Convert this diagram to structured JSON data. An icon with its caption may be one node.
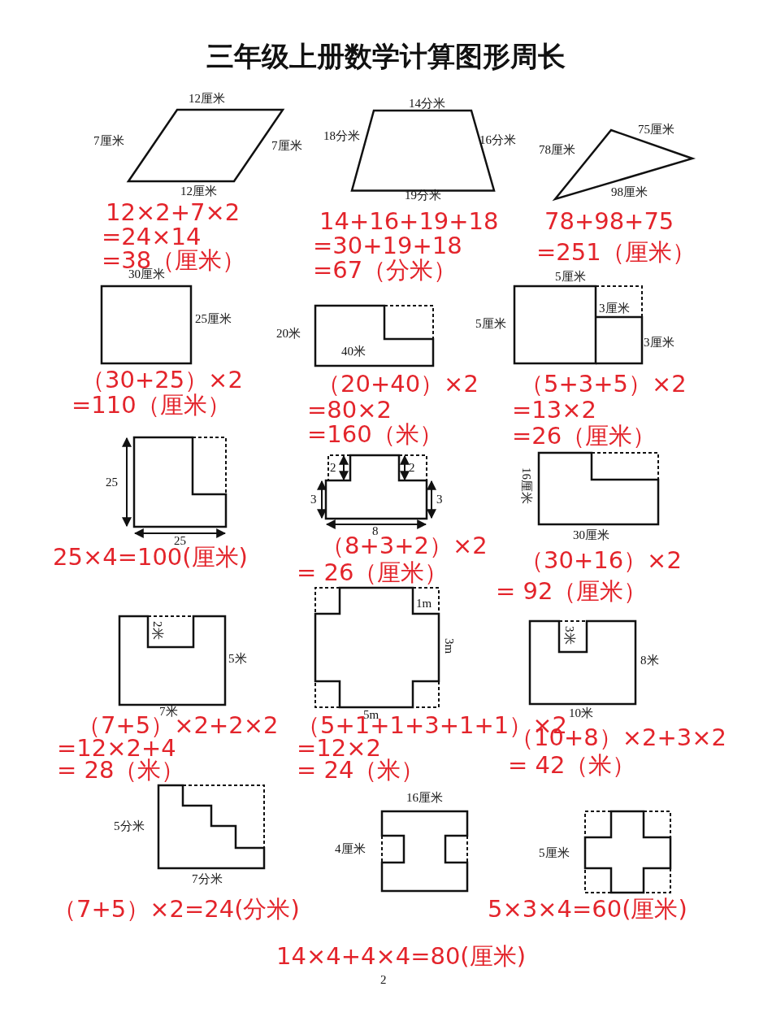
{
  "diagram": {
    "title": "三年级上册数学计算图形周长",
    "nodes": [
      {
        "text": [],
        "shape": "parallelogram",
        "beside": [
          "12厘米",
          "7厘米",
          "7厘米",
          "12厘米",
          "12×2+7×2",
          "=24×14",
          "=38（厘米）"
        ]
      },
      {
        "text": [],
        "shape": "trapezoid",
        "beside": [
          "14分米",
          "18分米",
          "16分米",
          "19分米",
          "14+16+19+18",
          "=30+19+18",
          "=67（分米）"
        ]
      },
      {
        "text": [],
        "shape": "triangle",
        "beside": [
          "75厘米",
          "78厘米",
          "98厘米",
          "78+98+75",
          "=251（厘米）"
        ]
      },
      {
        "text": [],
        "shape": "rectangle",
        "beside": [
          "30厘米",
          "25厘米",
          "（30+25）×2",
          "=110（厘米）"
        ]
      },
      {
        "text": [
          "40米"
        ],
        "beside": [
          "20米",
          "（20+40）×2",
          "=80×2",
          "=160（米）"
        ]
      },
      {
        "text": [],
        "shape": "polygon",
        "beside": [
          "5厘米",
          "5厘米",
          "3厘米",
          "3厘米",
          "（5+3+5）×2",
          "=13×2",
          "=26（厘米）"
        ]
      },
      {
        "text": [],
        "shape": "polygon",
        "beside": [
          "25",
          "25",
          "25×4=100(厘米)"
        ]
      },
      {
        "text": [],
        "shape": "polygon",
        "beside": [
          "2",
          "2",
          "3",
          "3",
          "8",
          "（8+3+2）×2",
          "= 26（厘米）"
        ]
      },
      {
        "text": [],
        "shape": "polygon",
        "beside": [
          "16厘米",
          "30厘米",
          "（30+16）×2",
          "= 92（厘米）"
        ]
      },
      {
        "text": [
          "2米"
        ],
        "beside": [
          "5米",
          "7米",
          "（7+5）×2+2×2",
          "=12×2+4",
          "= 28（米）"
        ]
      },
      {
        "text": [],
        "shape": "polygon",
        "beside": [
          "1m",
          "3m",
          "5m",
          "（5+1+1+3+1+1）×2",
          "=12×2",
          "= 24（米）"
        ]
      },
      {
        "text": [
          "3米"
        ],
        "beside": [
          "8米",
          "10米",
          "（10+8）×2+3×2",
          "= 42（米）"
        ]
      },
      {
        "text": [],
        "shape": "polygon",
        "beside": [
          "5分米",
          "7分米",
          "（7+5）×2=24(分米)"
        ]
      },
      {
        "text": [],
        "shape": "polygon",
        "beside": [
          "16厘米",
          "4厘米",
          "14×4+4×4=80(厘米)"
        ]
      },
      {
        "text": [],
        "shape": "polygon",
        "beside": [
          "5厘米",
          "5×3×4=60(厘米)"
        ]
      }
    ],
    "labels": [
      "2"
    ]
  }
}
